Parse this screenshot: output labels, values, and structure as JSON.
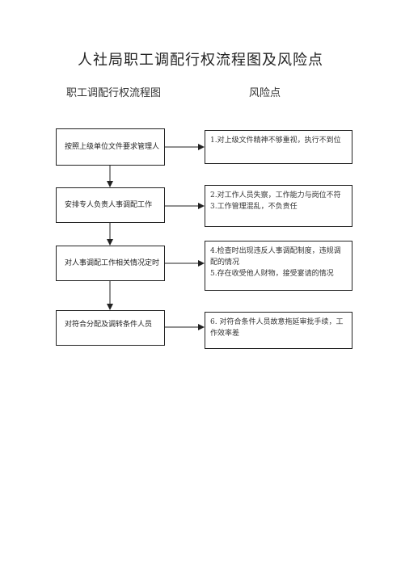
{
  "title": "人社局职工调配行权流程图及风险点",
  "flow_heading": "职工调配行权流程图",
  "risk_heading": "风险点",
  "flow_steps": [
    "按照上级单位文件要求管理人",
    "安排专人负责人事调配工作",
    "对人事调配工作相关情况定时",
    "对符合分配及调转条件人员"
  ],
  "risks": [
    [
      "1.对上级文件精神不够重视，执行不到位"
    ],
    [
      "2.对工作人员失察，工作能力与岗位不符",
      "3.工作管理混乱，不负责任"
    ],
    [
      "4.检查时出现违反人事调配制度，违规调配的情况",
      "5.存在收受他人财物，接受宴请的情况"
    ],
    [
      "6. 对符合条件人员故意拖延审批手续，工作效率差"
    ]
  ]
}
